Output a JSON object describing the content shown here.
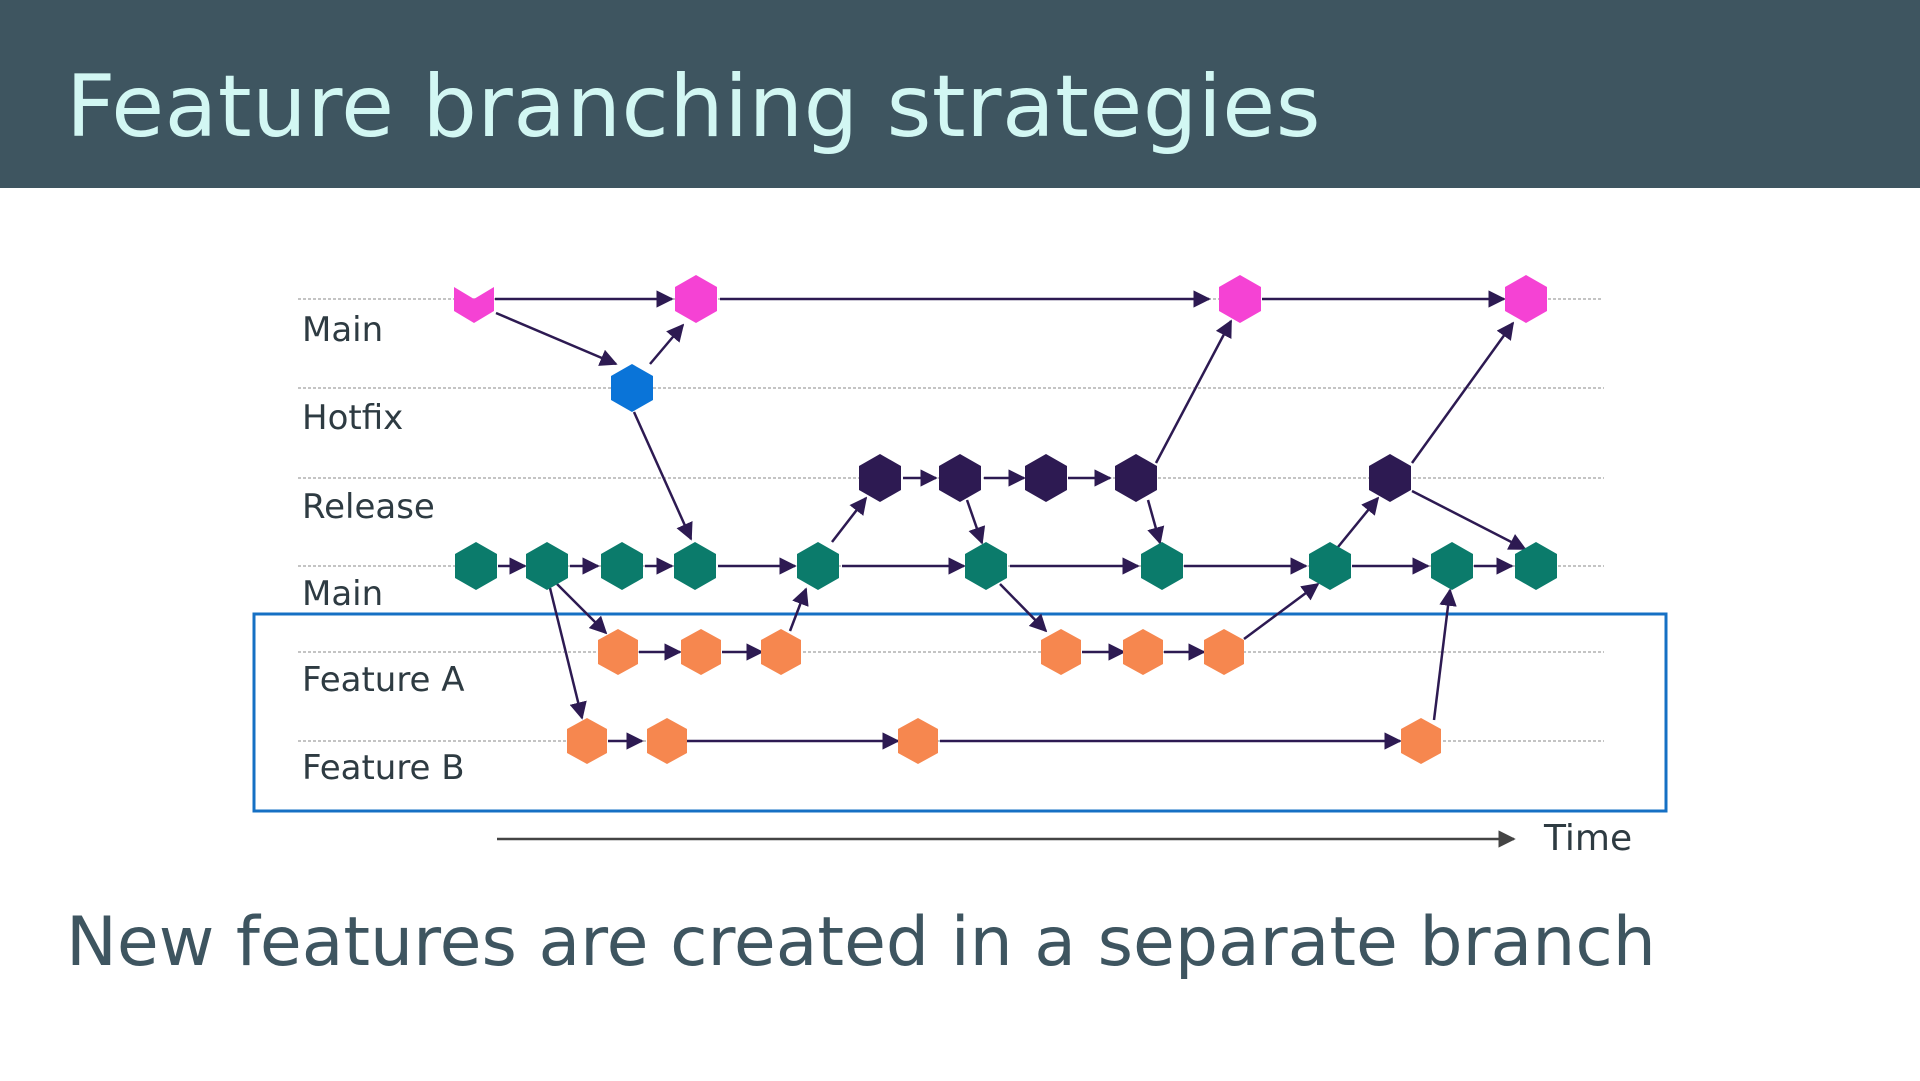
{
  "slide": {
    "title": "Feature branching strategies",
    "subtitle": "New features are created in a separate branch"
  },
  "diagram": {
    "lanes": [
      {
        "id": "main-top",
        "label": "Main"
      },
      {
        "id": "hotfix",
        "label": "Hotfix"
      },
      {
        "id": "release",
        "label": "Release"
      },
      {
        "id": "main",
        "label": "Main"
      },
      {
        "id": "feature-a",
        "label": "Feature A"
      },
      {
        "id": "feature-b",
        "label": "Feature B"
      }
    ],
    "axis_label": "Time",
    "colors": {
      "main_top": "#f542d4",
      "hotfix": "#0a74d8",
      "release": "#2d1a52",
      "main": "#0b7b6b",
      "feature": "#f6874f",
      "arrow": "#2d1a52",
      "highlight_box": "#1670c4",
      "gridline": "#b0b0b0"
    },
    "node_shape": "hexagon-icon"
  }
}
